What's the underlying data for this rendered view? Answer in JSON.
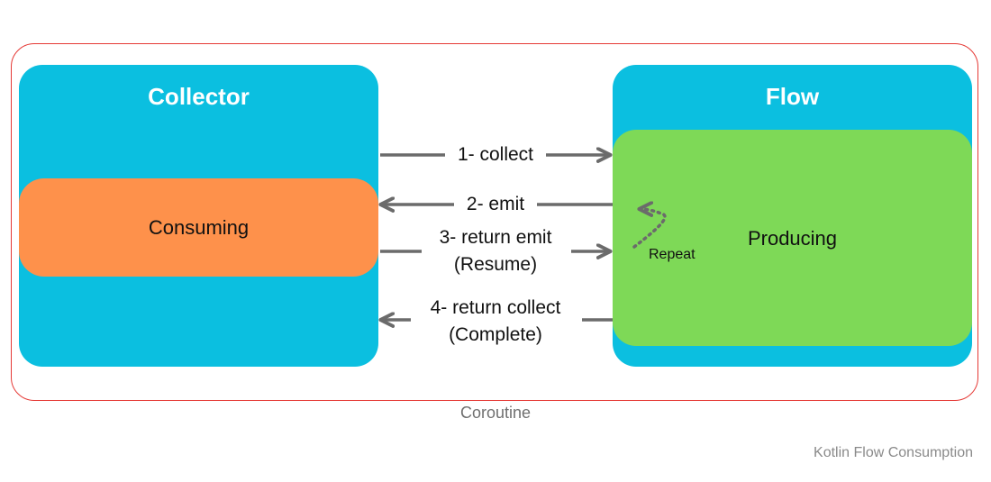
{
  "collector": {
    "title": "Collector",
    "inner_label": "Consuming"
  },
  "flow": {
    "title": "Flow",
    "inner_label": "Producing",
    "loop_label": "Repeat"
  },
  "messages": [
    {
      "line1": "1- collect",
      "line2": ""
    },
    {
      "line1": "2- emit",
      "line2": ""
    },
    {
      "line1": "3- return emit",
      "line2": "(Resume)"
    },
    {
      "line1": "4- return collect",
      "line2": "(Complete)"
    }
  ],
  "container_label": "Coroutine",
  "caption": "Kotlin Flow Consumption",
  "colors": {
    "panel": "#0bbfe0",
    "consuming": "#fe914b",
    "producing": "#7ed957",
    "container_border": "#e53935",
    "arrow": "#6b6b6b"
  }
}
